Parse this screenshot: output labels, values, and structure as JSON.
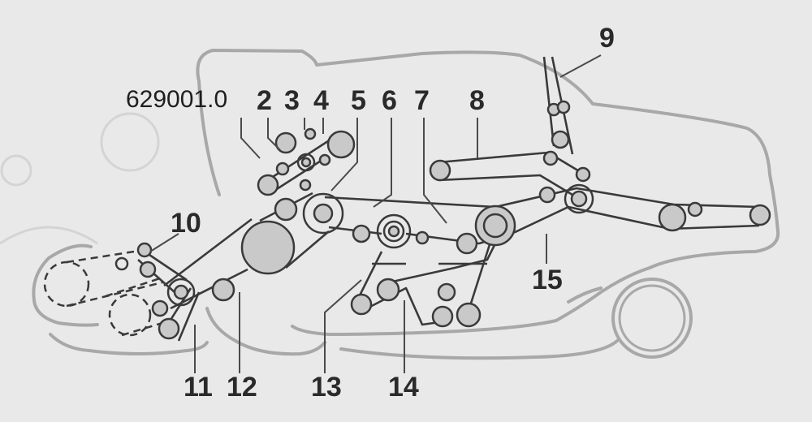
{
  "figure": {
    "code": "629001.0",
    "labels": [
      "2",
      "3",
      "4",
      "5",
      "6",
      "7",
      "8",
      "9",
      "10",
      "11",
      "12",
      "13",
      "14",
      "15"
    ],
    "colors": {
      "background": "#e9e9e9",
      "outline": "#a8a8a8",
      "belt": "#3a3a3a",
      "pulley_fill": "#c9c9c9",
      "label": "#2a2a2a"
    }
  }
}
